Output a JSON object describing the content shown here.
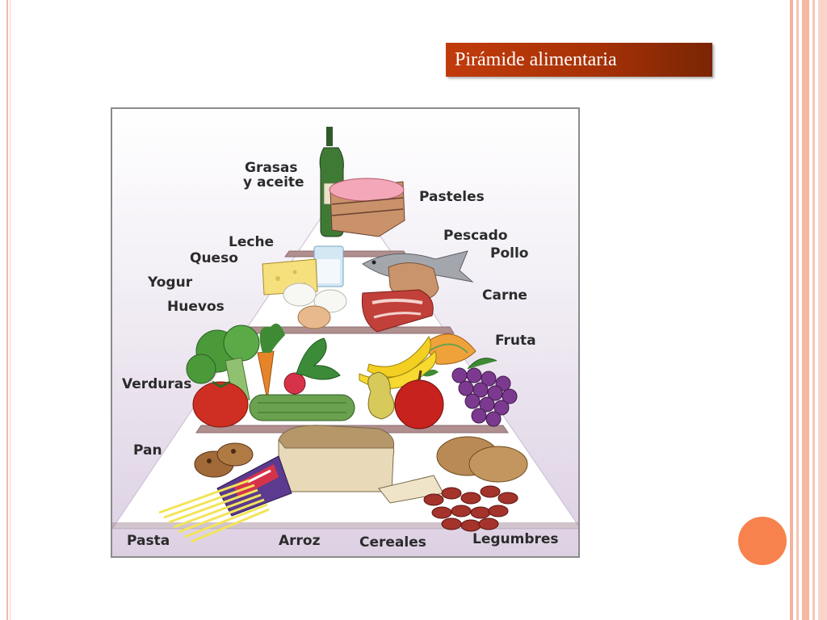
{
  "title": "Pirámide alimentaria",
  "pyramid": {
    "labels": {
      "grasas_line1": "Grasas",
      "grasas_line2": "y aceite",
      "pasteles": "Pasteles",
      "leche": "Leche",
      "queso": "Queso",
      "pescado": "Pescado",
      "pollo": "Pollo",
      "yogur": "Yogur",
      "carne": "Carne",
      "huevos": "Huevos",
      "fruta": "Fruta",
      "verduras": "Verduras",
      "pan": "Pan",
      "pasta": "Pasta",
      "arroz": "Arroz",
      "cereales": "Cereales",
      "legumbres": "Legumbres"
    }
  },
  "colors": {
    "accent": "#c13b0c",
    "dot": "#f7824d",
    "edge": "#f4b8a4"
  },
  "icons": [
    "bottle-icon",
    "cake-icon",
    "glass-icon",
    "cheese-icon",
    "egg-icon",
    "fish-icon",
    "chicken-icon",
    "meat-icon",
    "broccoli-icon",
    "carrot-icon",
    "tomato-icon",
    "cucumber-icon",
    "radish-icon",
    "banana-icon",
    "melon-icon",
    "pear-icon",
    "apple-icon",
    "grapes-icon",
    "bread-icon",
    "cookies-icon",
    "spaghetti-icon",
    "cereal-box-icon",
    "potato-icon",
    "beans-icon"
  ]
}
